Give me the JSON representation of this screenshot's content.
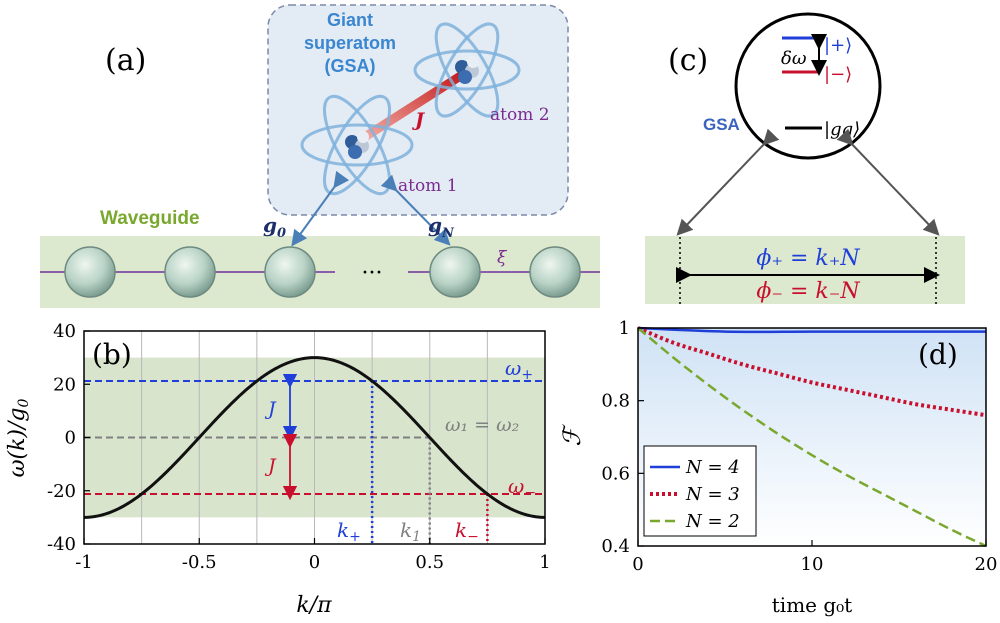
{
  "panel_a": {
    "label": "(a)",
    "gsa_title": [
      "Giant",
      "superatom",
      "(GSA)"
    ],
    "coupling_J": "J",
    "atom1": "atom 1",
    "atom2": "atom 2",
    "waveguide": "Waveguide",
    "g0": "g",
    "g0_sub": "0",
    "gN": "g",
    "gN_sub": "N",
    "dots": "···",
    "xi": "ξ"
  },
  "panel_b": {
    "label": "(b)",
    "ylabel": "ω(k)/g",
    "ylabel_sub": "0",
    "xlabel": "k/π",
    "omega_plus": "ω",
    "omega_plus_sub": "+",
    "omega_minus": "ω",
    "omega_minus_sub": "−",
    "omega_eq": "ω₁ = ω₂",
    "J_upper": "J",
    "J_lower": "J",
    "k_plus": "k",
    "k_plus_sub": "+",
    "k_one": "k",
    "k_one_sub": "1",
    "k_minus": "k",
    "k_minus_sub": "−"
  },
  "panel_c": {
    "label": "(c)",
    "delta_omega": "δω",
    "ket_plus": "|+⟩",
    "ket_minus": "|−⟩",
    "ket_gg": "|gg⟩",
    "gsa": "GSA",
    "phi_plus": "ϕ₊ = k₊N",
    "phi_minus": "ϕ₋ = k₋N"
  },
  "panel_d": {
    "label": "(d)",
    "ylabel": "ℱ",
    "xlabel": "time g₀t"
  },
  "colors": {
    "blue": "#1f3fd8",
    "red": "#c8102e",
    "dotred": "#e81d1d",
    "green": "#7aa82e",
    "gray": "#7f7f7f",
    "band": "#d9e4cc",
    "purple": "#7a2c8f",
    "gsa_blue": "#3a86d0"
  },
  "chart_data": [
    {
      "type": "line",
      "panel": "(b)",
      "xlabel": "k/π",
      "ylabel": "ω(k)/g0",
      "xlim": [
        -1,
        1
      ],
      "ylim": [
        -40,
        40
      ],
      "x_ticks": [
        -1,
        -0.5,
        0,
        0.5,
        1
      ],
      "x_tick_labels": [
        "-1",
        "-0.5",
        "0",
        "0.5",
        "1"
      ],
      "y_ticks": [
        -40,
        -20,
        0,
        20,
        40
      ],
      "y_tick_labels": [
        "-40",
        "-20",
        "0",
        "20",
        "40"
      ],
      "grid_x": [
        -1,
        -0.75,
        -0.5,
        -0.25,
        0,
        0.25,
        0.5,
        0.75,
        1
      ],
      "band": [
        -30,
        30
      ],
      "dispersion": {
        "amplitude": 30,
        "form": "30*cos(pi*k)"
      },
      "hlines": [
        {
          "name": "ω+",
          "y": 21.2,
          "color": "blue"
        },
        {
          "name": "ω1 = ω2",
          "y": 0,
          "color": "gray"
        },
        {
          "name": "ω−",
          "y": -21.2,
          "color": "red"
        }
      ],
      "vlines": [
        {
          "name": "k+",
          "x": 0.25,
          "color": "blue"
        },
        {
          "name": "k1",
          "x": 0.5,
          "color": "gray"
        },
        {
          "name": "k−",
          "x": 0.75,
          "color": "red"
        }
      ]
    },
    {
      "type": "line",
      "panel": "(d)",
      "xlabel": "time g0t",
      "ylabel": "ℱ",
      "xlim": [
        0,
        20
      ],
      "ylim": [
        0.4,
        1
      ],
      "x_ticks": [
        0,
        10,
        20
      ],
      "x_tick_labels": [
        "0",
        "10",
        "20"
      ],
      "y_ticks": [
        0.4,
        0.6,
        0.8,
        1
      ],
      "y_tick_labels": [
        "0.4",
        "0.6",
        "0.8",
        "1"
      ],
      "legend": "left",
      "series": [
        {
          "name": "N = 4",
          "style": "solid",
          "color": "blue",
          "x": [
            0,
            5,
            10,
            15,
            20
          ],
          "y": [
            1,
            0.99,
            0.99,
            0.99,
            0.99
          ]
        },
        {
          "name": "N = 3",
          "style": "dotted",
          "color": "red",
          "x": [
            0,
            2,
            4,
            6,
            8,
            10,
            12,
            14,
            16,
            18,
            20
          ],
          "y": [
            1,
            0.96,
            0.93,
            0.9,
            0.875,
            0.85,
            0.83,
            0.81,
            0.79,
            0.775,
            0.76
          ]
        },
        {
          "name": "N = 2",
          "style": "dashed",
          "color": "green",
          "x": [
            0,
            2,
            4,
            6,
            8,
            10,
            12,
            14,
            16,
            18,
            20
          ],
          "y": [
            1,
            0.92,
            0.845,
            0.775,
            0.71,
            0.65,
            0.595,
            0.545,
            0.495,
            0.445,
            0.4
          ]
        }
      ]
    }
  ]
}
